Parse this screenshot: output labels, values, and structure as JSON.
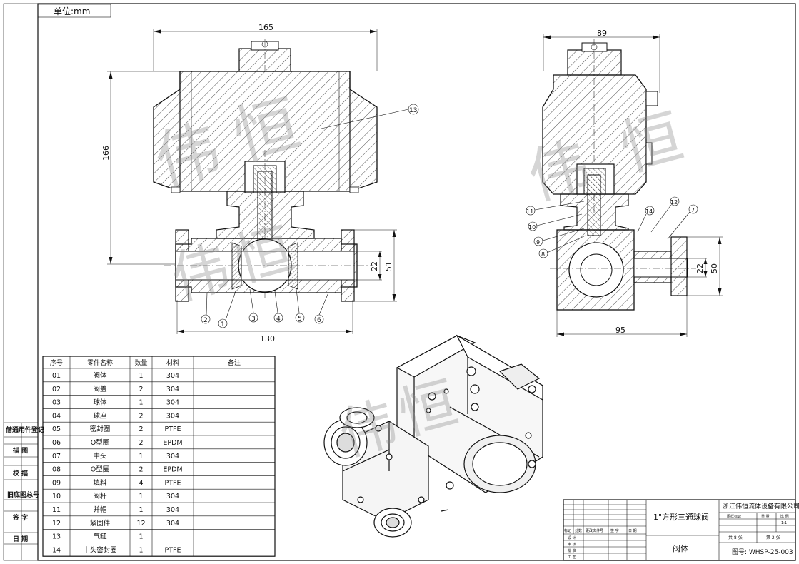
{
  "unit_label": "单位:mm",
  "watermark_char_1": "伟",
  "watermark_char_2": "恒",
  "side_labels": [
    "借通用件登记",
    "描 图",
    "校 描",
    "旧底图总号",
    "签 字",
    "日 期"
  ],
  "front_view": {
    "dim_top": "165",
    "dim_height": "166",
    "dim_bottom": "130",
    "dim_bore": "22",
    "dim_flange": "51",
    "balloons": [
      "1",
      "2",
      "3",
      "4",
      "5",
      "6"
    ],
    "balloon_13": "13"
  },
  "side_view": {
    "dim_top": "89",
    "dim_bottom": "95",
    "dim_bore": "22",
    "dim_flange": "50",
    "balloons": [
      "7",
      "8",
      "9",
      "10",
      "11",
      "12",
      "14"
    ]
  },
  "bom": {
    "headers": [
      "序号",
      "零件名称",
      "数量",
      "材料",
      "备注"
    ],
    "rows": [
      [
        "01",
        "阀体",
        "1",
        "304",
        ""
      ],
      [
        "02",
        "阀盖",
        "2",
        "304",
        ""
      ],
      [
        "03",
        "球体",
        "1",
        "304",
        ""
      ],
      [
        "04",
        "球座",
        "2",
        "304",
        ""
      ],
      [
        "05",
        "密封圈",
        "2",
        "PTFE",
        ""
      ],
      [
        "06",
        "O型圈",
        "2",
        "EPDM",
        ""
      ],
      [
        "07",
        "中头",
        "1",
        "304",
        ""
      ],
      [
        "08",
        "O型圈",
        "2",
        "EPDM",
        ""
      ],
      [
        "09",
        "填料",
        "4",
        "PTFE",
        ""
      ],
      [
        "10",
        "阀杆",
        "1",
        "304",
        ""
      ],
      [
        "11",
        "并帽",
        "1",
        "304",
        ""
      ],
      [
        "12",
        "紧固件",
        "12",
        "304",
        ""
      ],
      [
        "13",
        "气缸",
        "1",
        "",
        ""
      ],
      [
        "14",
        "中头密封圈",
        "1",
        "PTFE",
        ""
      ]
    ]
  },
  "title_block": {
    "product_name": "1\"方形三通球阀",
    "part_name": "阀体",
    "company": "浙江伟恒流体设备有限公司",
    "drawing_no": "图号: WHSP-25-003",
    "row_labels": [
      "标记",
      "处数",
      "更改文件号",
      "签 字",
      "日 期"
    ],
    "role_labels": [
      "设 计",
      "审 核",
      "批 准",
      "工 艺"
    ],
    "stage_label": "图样标记",
    "weight_label": "重 量",
    "scale_label": "比 例",
    "scale_value": "1:1",
    "sheet_total": "共 8 张",
    "sheet_no": "第 2 张"
  }
}
